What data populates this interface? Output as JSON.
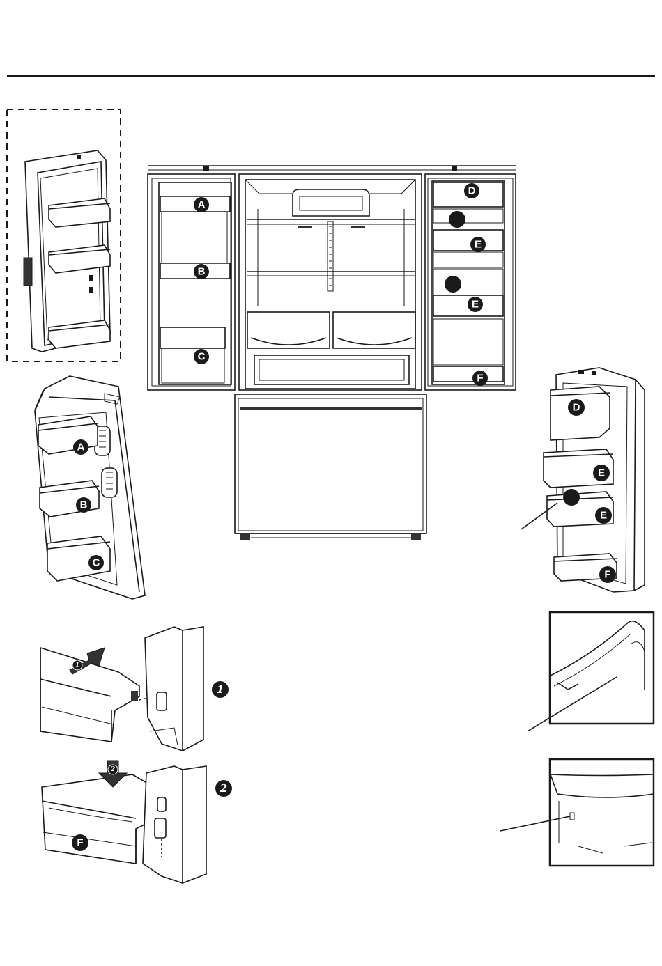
{
  "badges": {
    "fridge_a": "A",
    "fridge_b": "B",
    "fridge_c": "C",
    "fridge_d": "D",
    "fridge_e1": "E",
    "fridge_e2": "E",
    "fridge_f": "F",
    "left_a": "A",
    "left_b": "B",
    "left_c": "C",
    "right_d": "D",
    "right_e1": "E",
    "right_e2": "E",
    "right_f": "F",
    "bin_f": "F"
  },
  "steps": {
    "step1": "1",
    "step2": "2",
    "arrow1": "1",
    "arrow2": "2"
  }
}
